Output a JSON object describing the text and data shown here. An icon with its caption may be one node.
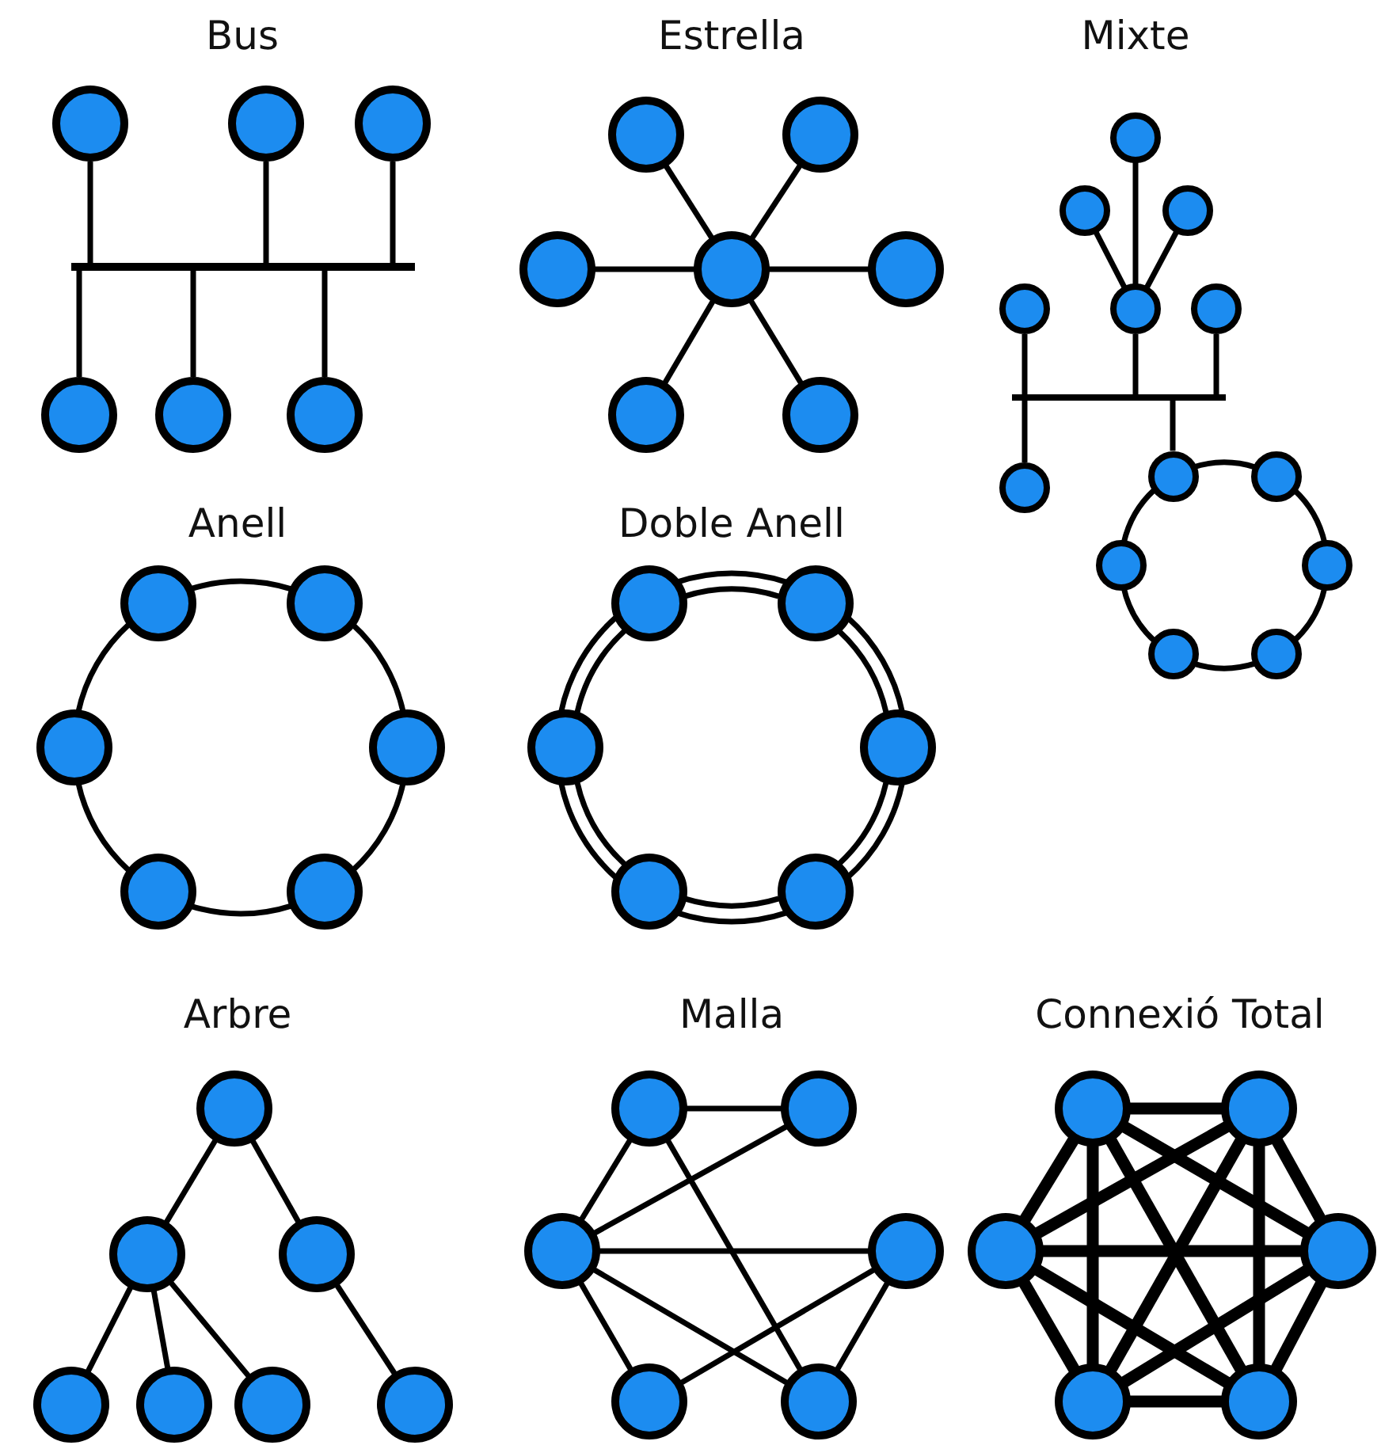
{
  "diagram": {
    "nodes": [
      {
        "text": [],
        "shape": "circle"
      },
      {
        "text": [],
        "shape": "circle"
      },
      {
        "text": [],
        "shape": "circle"
      },
      {
        "text": [],
        "shape": "bar"
      },
      {
        "text": [],
        "shape": "circle"
      },
      {
        "text": [],
        "shape": "circle"
      },
      {
        "text": [],
        "shape": "circle"
      },
      {
        "text": [],
        "shape": "circle"
      },
      {
        "text": [],
        "shape": "circle"
      },
      {
        "text": [],
        "shape": "circle"
      },
      {
        "text": [],
        "shape": "circle"
      },
      {
        "text": [],
        "shape": "circle"
      },
      {
        "text": [],
        "shape": "circle"
      },
      {
        "text": [],
        "shape": "circle"
      },
      {
        "text": [],
        "shape": "circle"
      },
      {
        "text": [],
        "shape": "circle"
      },
      {
        "text": [],
        "shape": "circle"
      },
      {
        "text": [],
        "shape": "circle"
      },
      {
        "text": [],
        "shape": "circle"
      },
      {
        "text": [],
        "shape": "circle"
      },
      {
        "text": [],
        "shape": "bar"
      },
      {
        "text": [],
        "shape": "circle"
      },
      {
        "text": [],
        "shape": "circle"
      },
      {
        "text": [],
        "shape": "circle"
      },
      {
        "text": [],
        "shape": "circle"
      },
      {
        "text": [],
        "shape": "circle"
      },
      {
        "text": [],
        "shape": "circle"
      },
      {
        "text": [],
        "shape": "circle"
      },
      {
        "text": [],
        "shape": "circle"
      },
      {
        "text": [],
        "shape": "circle"
      },
      {
        "text": [],
        "shape": "circle"
      },
      {
        "text": [],
        "shape": "circle"
      },
      {
        "text": [],
        "shape": "circle"
      },
      {
        "text": [],
        "shape": "circle"
      },
      {
        "text": [],
        "shape": "circle"
      },
      {
        "text": [],
        "shape": "circle"
      },
      {
        "text": [],
        "shape": "circle"
      },
      {
        "text": [],
        "shape": "circle"
      },
      {
        "text": [],
        "shape": "circle"
      },
      {
        "text": [],
        "shape": "circle"
      },
      {
        "text": [],
        "shape": "circle"
      },
      {
        "text": [],
        "shape": "circle"
      },
      {
        "text": [],
        "shape": "circle"
      },
      {
        "text": [],
        "shape": "circle"
      },
      {
        "text": [],
        "shape": "circle"
      },
      {
        "text": [],
        "shape": "circle"
      },
      {
        "text": [],
        "shape": "circle"
      },
      {
        "text": [],
        "shape": "circle"
      },
      {
        "text": [],
        "shape": "circle"
      },
      {
        "text": [],
        "shape": "circle"
      },
      {
        "text": [],
        "shape": "circle"
      },
      {
        "text": [],
        "shape": "circle"
      },
      {
        "text": [],
        "shape": "circle"
      },
      {
        "text": [],
        "shape": "circle"
      },
      {
        "text": [],
        "shape": "circle"
      },
      {
        "text": [],
        "shape": "circle"
      },
      {
        "text": [],
        "shape": "circle"
      },
      {
        "text": [],
        "shape": "circle"
      },
      {
        "text": [],
        "shape": "circle"
      }
    ],
    "edges": [
      {
        "from": 0,
        "to": 3,
        "arrow": "none"
      },
      {
        "from": 1,
        "to": 3,
        "arrow": "none"
      },
      {
        "from": 2,
        "to": 3,
        "arrow": "none"
      },
      {
        "from": 3,
        "to": 4,
        "arrow": "none"
      },
      {
        "from": 3,
        "to": 5,
        "arrow": "none"
      },
      {
        "from": 3,
        "to": 6,
        "arrow": "none"
      },
      {
        "from": 10,
        "to": 7,
        "arrow": "none"
      },
      {
        "from": 10,
        "to": 8,
        "arrow": "none"
      },
      {
        "from": 10,
        "to": 9,
        "arrow": "none"
      },
      {
        "from": 10,
        "to": 11,
        "arrow": "none"
      },
      {
        "from": 10,
        "to": 12,
        "arrow": "none"
      },
      {
        "from": 10,
        "to": 13,
        "arrow": "none"
      },
      {
        "from": 14,
        "to": 18,
        "arrow": "none"
      },
      {
        "from": 15,
        "to": 18,
        "arrow": "none"
      },
      {
        "from": 16,
        "to": 18,
        "arrow": "none"
      },
      {
        "from": 17,
        "to": 20,
        "arrow": "none"
      },
      {
        "from": 18,
        "to": 20,
        "arrow": "none"
      },
      {
        "from": 19,
        "to": 20,
        "arrow": "none"
      },
      {
        "from": 20,
        "to": 21,
        "arrow": "none"
      },
      {
        "from": 20,
        "to": 22,
        "arrow": "none"
      },
      {
        "from": 22,
        "to": 23,
        "arrow": "none"
      },
      {
        "from": 23,
        "to": 25,
        "arrow": "none"
      },
      {
        "from": 25,
        "to": 27,
        "arrow": "none"
      },
      {
        "from": 27,
        "to": 26,
        "arrow": "none"
      },
      {
        "from": 26,
        "to": 24,
        "arrow": "none"
      },
      {
        "from": 24,
        "to": 22,
        "arrow": "none"
      },
      {
        "from": 28,
        "to": 29,
        "arrow": "none"
      },
      {
        "from": 29,
        "to": 31,
        "arrow": "none"
      },
      {
        "from": 31,
        "to": 33,
        "arrow": "none"
      },
      {
        "from": 33,
        "to": 32,
        "arrow": "none"
      },
      {
        "from": 32,
        "to": 30,
        "arrow": "none"
      },
      {
        "from": 30,
        "to": 28,
        "arrow": "none"
      },
      {
        "from": 34,
        "to": 35,
        "arrow": "none"
      },
      {
        "from": 34,
        "to": 35,
        "arrow": "none"
      },
      {
        "from": 35,
        "to": 37,
        "arrow": "none"
      },
      {
        "from": 35,
        "to": 37,
        "arrow": "none"
      },
      {
        "from": 37,
        "to": 39,
        "arrow": "none"
      },
      {
        "from": 37,
        "to": 39,
        "arrow": "none"
      },
      {
        "from": 39,
        "to": 38,
        "arrow": "none"
      },
      {
        "from": 39,
        "to": 38,
        "arrow": "none"
      },
      {
        "from": 38,
        "to": 36,
        "arrow": "none"
      },
      {
        "from": 38,
        "to": 36,
        "arrow": "none"
      },
      {
        "from": 36,
        "to": 34,
        "arrow": "none"
      },
      {
        "from": 36,
        "to": 34,
        "arrow": "none"
      },
      {
        "from": 40,
        "to": 41,
        "arrow": "none"
      },
      {
        "from": 40,
        "to": 42,
        "arrow": "none"
      },
      {
        "from": 41,
        "to": 43,
        "arrow": "none"
      },
      {
        "from": 41,
        "to": 44,
        "arrow": "none"
      },
      {
        "from": 41,
        "to": 45,
        "arrow": "none"
      },
      {
        "from": 42,
        "to": 46,
        "arrow": "none"
      },
      {
        "from": 47,
        "to": 48,
        "arrow": "none"
      },
      {
        "from": 47,
        "to": 49,
        "arrow": "none"
      },
      {
        "from": 49,
        "to": 48,
        "arrow": "none"
      },
      {
        "from": 47,
        "to": 52,
        "arrow": "none"
      },
      {
        "from": 49,
        "to": 50,
        "arrow": "none"
      },
      {
        "from": 49,
        "to": 52,
        "arrow": "none"
      },
      {
        "from": 49,
        "to": 51,
        "arrow": "none"
      },
      {
        "from": 51,
        "to": 50,
        "arrow": "none"
      },
      {
        "from": 50,
        "to": 52,
        "arrow": "none"
      },
      {
        "from": 53,
        "to": 54,
        "arrow": "none",
        "style": "thick"
      },
      {
        "from": 53,
        "to": 55,
        "arrow": "none",
        "style": "thick"
      },
      {
        "from": 53,
        "to": 56,
        "arrow": "none",
        "style": "thick"
      },
      {
        "from": 53,
        "to": 57,
        "arrow": "none",
        "style": "thick"
      },
      {
        "from": 53,
        "to": 58,
        "arrow": "none",
        "style": "thick"
      },
      {
        "from": 54,
        "to": 55,
        "arrow": "none",
        "style": "thick"
      },
      {
        "from": 54,
        "to": 56,
        "arrow": "none",
        "style": "thick"
      },
      {
        "from": 54,
        "to": 57,
        "arrow": "none",
        "style": "thick"
      },
      {
        "from": 54,
        "to": 58,
        "arrow": "none",
        "style": "thick"
      },
      {
        "from": 55,
        "to": 56,
        "arrow": "none",
        "style": "thick"
      },
      {
        "from": 55,
        "to": 57,
        "arrow": "none",
        "style": "thick"
      },
      {
        "from": 55,
        "to": 58,
        "arrow": "none",
        "style": "thick"
      },
      {
        "from": 56,
        "to": 57,
        "arrow": "none",
        "style": "thick"
      },
      {
        "from": 56,
        "to": 58,
        "arrow": "none",
        "style": "thick"
      },
      {
        "from": 57,
        "to": 58,
        "arrow": "none",
        "style": "thick"
      }
    ],
    "labels": [
      "Bus",
      "Estrella",
      "Mixte",
      "Anell",
      "Doble Anell",
      "Arbre",
      "Malla",
      "Connexió Total"
    ]
  }
}
